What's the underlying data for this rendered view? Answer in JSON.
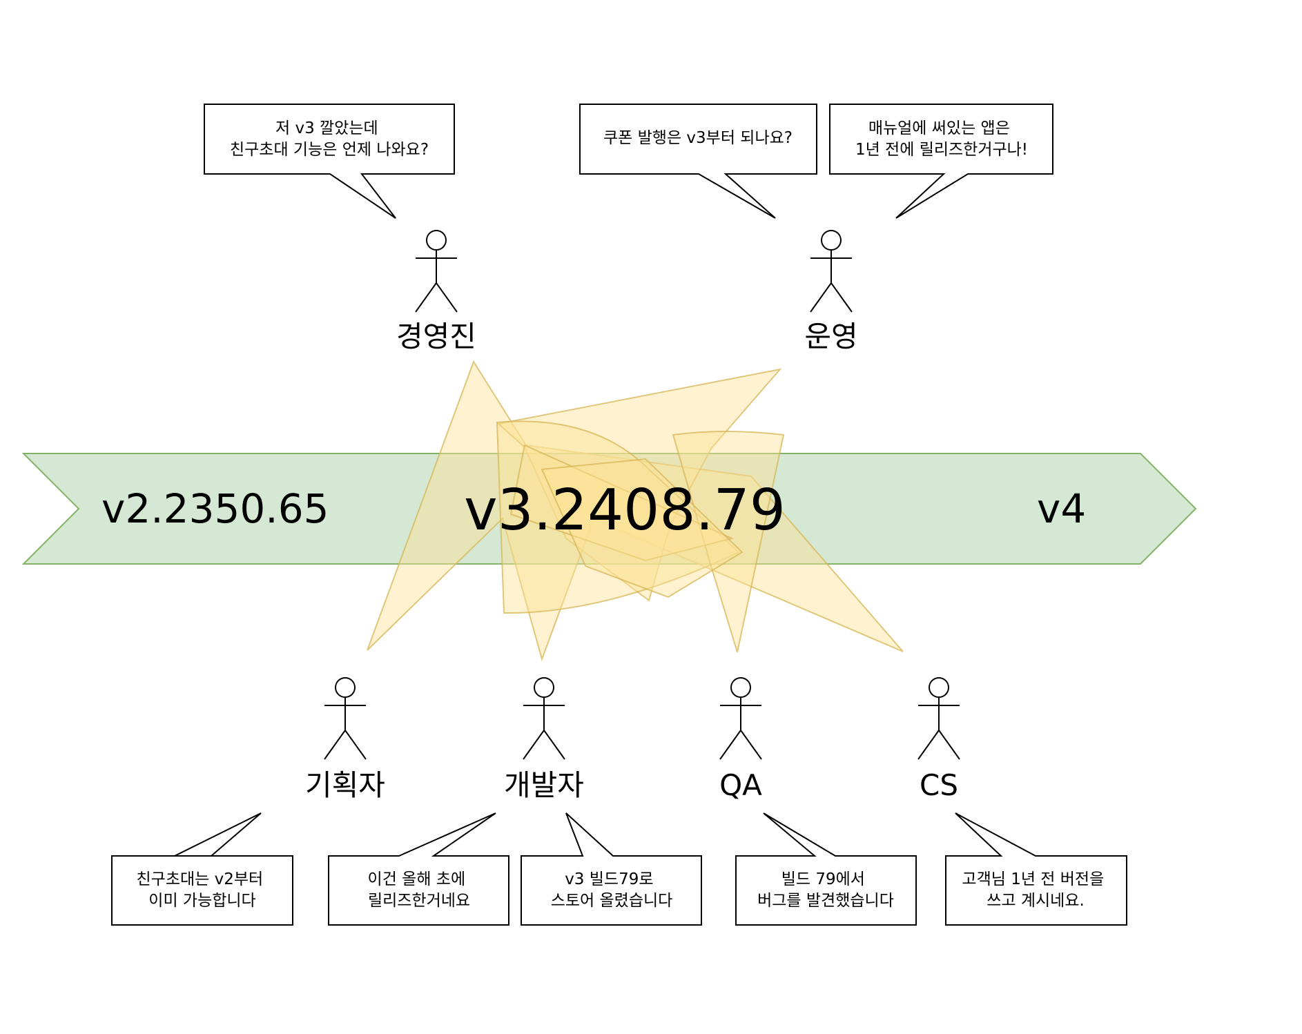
{
  "colors": {
    "band_fill": "#d5e8d4",
    "band_stroke": "#82b366",
    "burst_fill": "#fff2cc",
    "burst_stroke": "#d6b656"
  },
  "band": {
    "versions": [
      {
        "id": "v2",
        "label": "v2.2350.65"
      },
      {
        "id": "v3",
        "label": "v3.2408.79"
      },
      {
        "id": "v4",
        "label": "v4"
      }
    ]
  },
  "actors": [
    {
      "id": "executive",
      "label": "경영진"
    },
    {
      "id": "operations",
      "label": "운영"
    },
    {
      "id": "planner",
      "label": "기획자"
    },
    {
      "id": "developer",
      "label": "개발자"
    },
    {
      "id": "qa",
      "label": "QA"
    },
    {
      "id": "cs",
      "label": "CS"
    }
  ],
  "bubbles": [
    {
      "id": "executive",
      "lines": [
        "저 v3 깔았는데",
        "친구초대 기능은 언제 나와요?"
      ]
    },
    {
      "id": "ops-coupon",
      "lines": [
        "쿠폰 발행은 v3부터 되나요?"
      ]
    },
    {
      "id": "ops-manual",
      "lines": [
        "매뉴얼에 써있는 앱은",
        "1년 전에 릴리즈한거구나!"
      ]
    },
    {
      "id": "planner",
      "lines": [
        "친구초대는 v2부터",
        "이미 가능합니다"
      ]
    },
    {
      "id": "dev-release",
      "lines": [
        "이건 올해 초에",
        "릴리즈한거네요"
      ]
    },
    {
      "id": "dev-store",
      "lines": [
        "v3 빌드79로",
        "스토어 올렸습니다"
      ]
    },
    {
      "id": "qa",
      "lines": [
        "빌드 79에서",
        "버그를 발견했습니다"
      ]
    },
    {
      "id": "cs",
      "lines": [
        "고객님 1년 전 버전을",
        "쓰고 계시네요."
      ]
    }
  ]
}
